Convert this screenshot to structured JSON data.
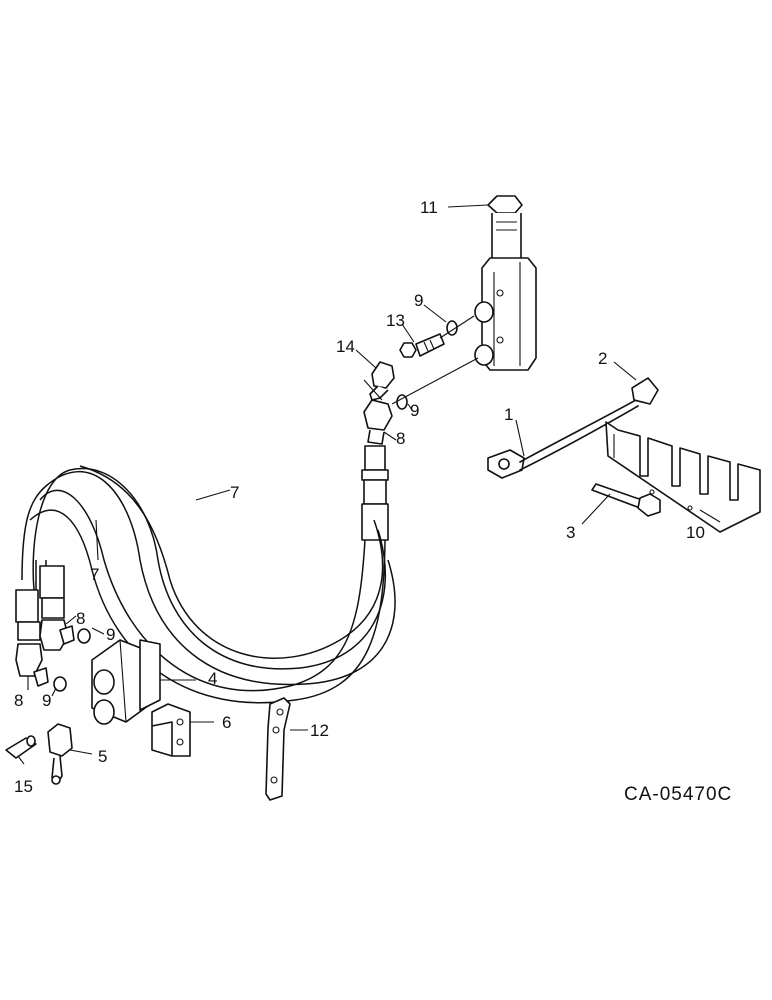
{
  "figure_code": "CA-05470C",
  "callouts": {
    "c1": "1",
    "c2": "2",
    "c3": "3",
    "c4": "4",
    "c5": "5",
    "c6": "6",
    "c7a": "7",
    "c7b": "7",
    "c8a": "8",
    "c8b": "8",
    "c8c": "8",
    "c9a": "9",
    "c9b": "9",
    "c9c": "9",
    "c9d": "9",
    "c10": "10",
    "c11": "11",
    "c12": "12",
    "c13": "13",
    "c14": "14",
    "c15": "15"
  }
}
